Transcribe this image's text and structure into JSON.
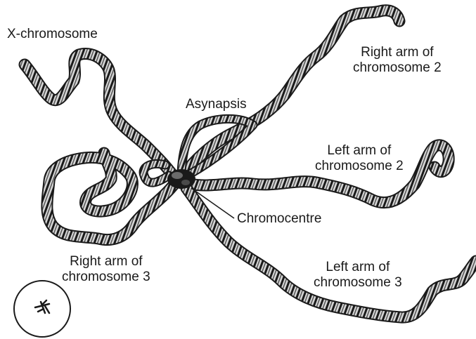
{
  "labels": {
    "x_chromosome": "X-chromosome",
    "right_arm_2": [
      "Right arm of",
      "chromosome 2"
    ],
    "asynapsis": "Asynapsis",
    "left_arm_2": [
      "Left arm of",
      "chromosome 2"
    ],
    "chromocentre": "Chromocentre",
    "right_arm_3": [
      "Right arm of",
      "chromosome 3"
    ],
    "left_arm_3": [
      "Left arm of",
      "chromosome 3"
    ]
  },
  "colors": {
    "ink": "#1a1a1a",
    "band_fill": "#bdbdbd",
    "background": "#ffffff"
  }
}
